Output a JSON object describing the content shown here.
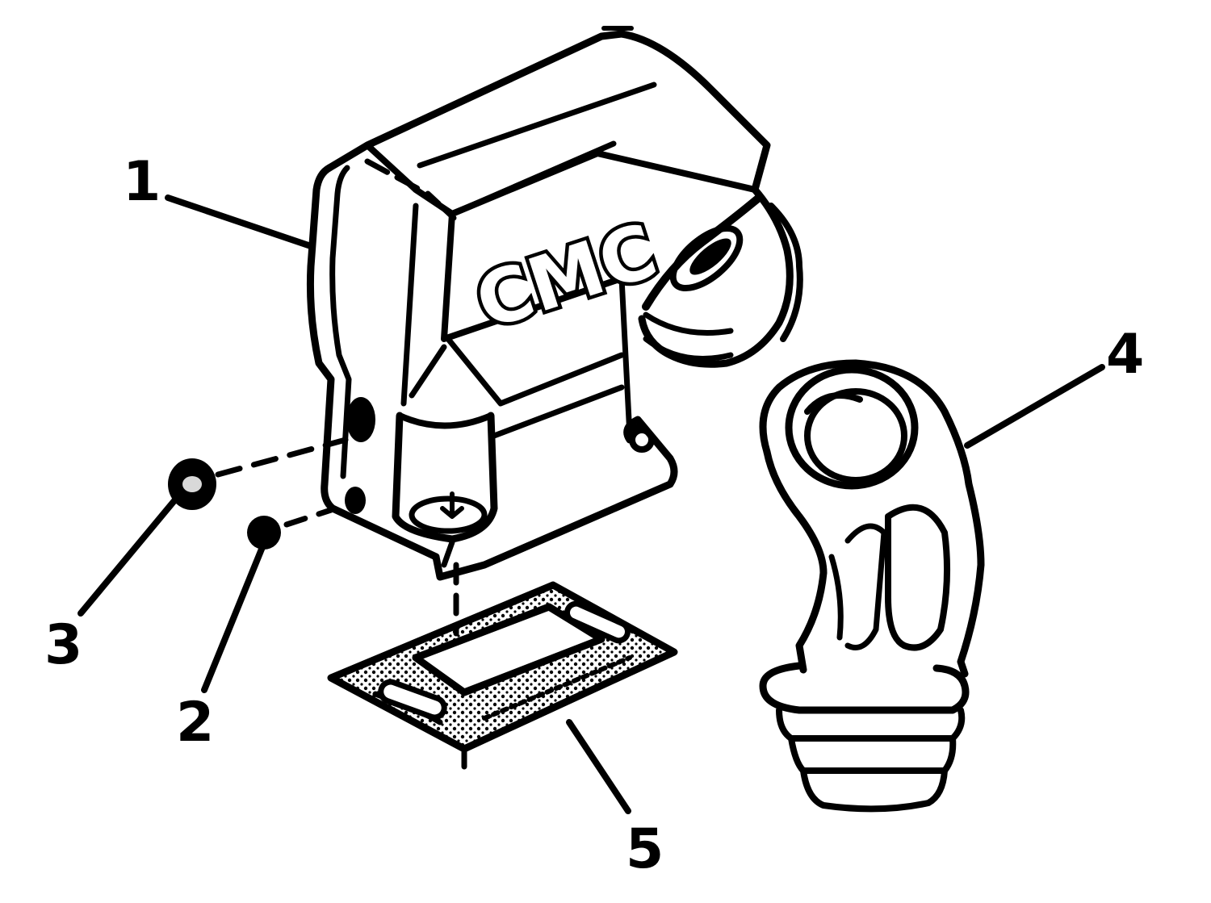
{
  "diagram": {
    "logo_text": "CMC",
    "callouts": [
      {
        "id": "1",
        "label": "1"
      },
      {
        "id": "2",
        "label": "2"
      },
      {
        "id": "3",
        "label": "3"
      },
      {
        "id": "4",
        "label": "4"
      },
      {
        "id": "5",
        "label": "5"
      }
    ],
    "colors": {
      "ink": "#000000",
      "paper": "#ffffff",
      "gasket_dots": "#000000"
    }
  }
}
